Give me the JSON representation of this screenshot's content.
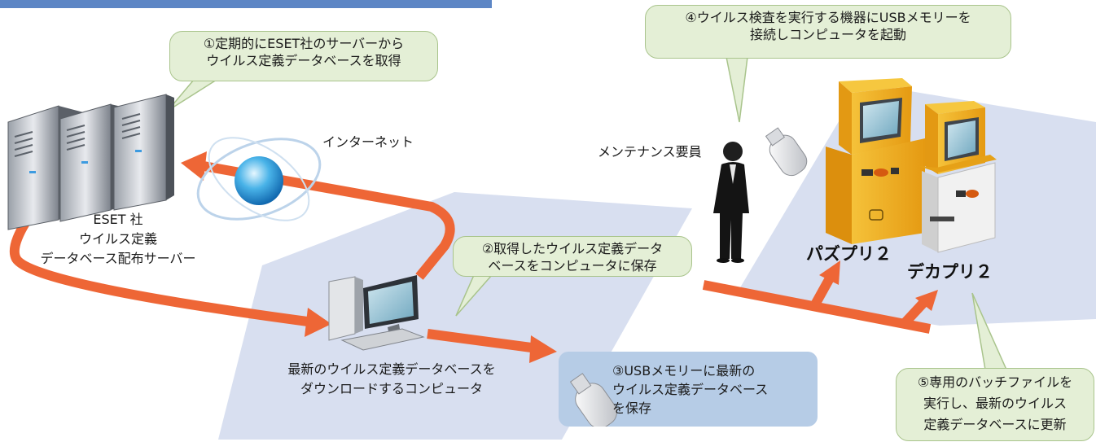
{
  "colors": {
    "arrow": "#ee6636",
    "area": "#d8dff0",
    "callout_fill": "#e4efd6",
    "callout_border": "#a9c48c",
    "usb_box": "#b6cce6",
    "kiosk": "#f3b71c",
    "header_bar": "#5d86c5"
  },
  "callouts": {
    "step1": [
      "①定期的にESET社のサーバーから",
      "ウイルス定義データベースを取得"
    ],
    "step2": [
      "②取得したウイルス定義データ",
      "ベースをコンピュータに保存"
    ],
    "step3": [
      "③USBメモリーに最新の",
      "ウイルス定義データベース",
      "を保存"
    ],
    "step4": [
      "④ウイルス検査を実行する機器にUSBメモリーを",
      "接続しコンピュータを起動"
    ],
    "step5": [
      "⑤専用のバッチファイルを",
      "実行し、最新のウイルス",
      "定義データベースに更新"
    ]
  },
  "labels": {
    "internet": "インターネット",
    "server": [
      "ESET 社",
      "ウイルス定義",
      "データベース配布サーバー"
    ],
    "computer": [
      "最新のウイルス定義データベースを",
      "ダウンロードするコンピュータ"
    ],
    "staff": "メンテナンス要員",
    "product1": "パズプリ２",
    "product2": "デカプリ２"
  },
  "icons": [
    "server-rack-icon",
    "globe-icon",
    "desktop-computer-icon",
    "usb-memory-icon",
    "maintenance-person-icon",
    "photo-kiosk-icon"
  ]
}
